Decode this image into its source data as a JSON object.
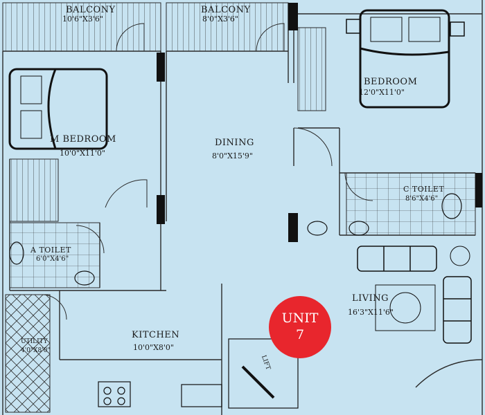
{
  "colors": {
    "floor": "#c7e3f1",
    "wall": "#111111",
    "line": "#2a2a2a",
    "badge": "#e8262d"
  },
  "rooms": {
    "balcony1": {
      "name": "BALCONY",
      "dim": "10'6\"X3'6\""
    },
    "balcony2": {
      "name": "BALCONY",
      "dim": "8'0\"X3'6\""
    },
    "bedroom": {
      "name": "BEDROOM",
      "dim": "12'0\"X11'0\""
    },
    "m_bedroom": {
      "name": "M BEDROOM",
      "dim": "10'0\"X11'0\""
    },
    "dining": {
      "name": "DINING",
      "dim": "8'0\"X15'9\""
    },
    "c_toilet": {
      "name": "C TOILET",
      "dim": "8'6\"X4'6\""
    },
    "a_toilet": {
      "name": "A TOILET",
      "dim": "6'0\"X4'6\""
    },
    "living": {
      "name": "LIVING",
      "dim": "16'3\"X11'6\""
    },
    "kitchen": {
      "name": "KITCHEN",
      "dim": "10'0\"X8'0\""
    },
    "utility": {
      "name": "UTILITY",
      "dim": "4'0\"X8'0\""
    }
  },
  "lift_label": "LIFT",
  "unit": {
    "line1": "UNIT",
    "line2": "7"
  }
}
